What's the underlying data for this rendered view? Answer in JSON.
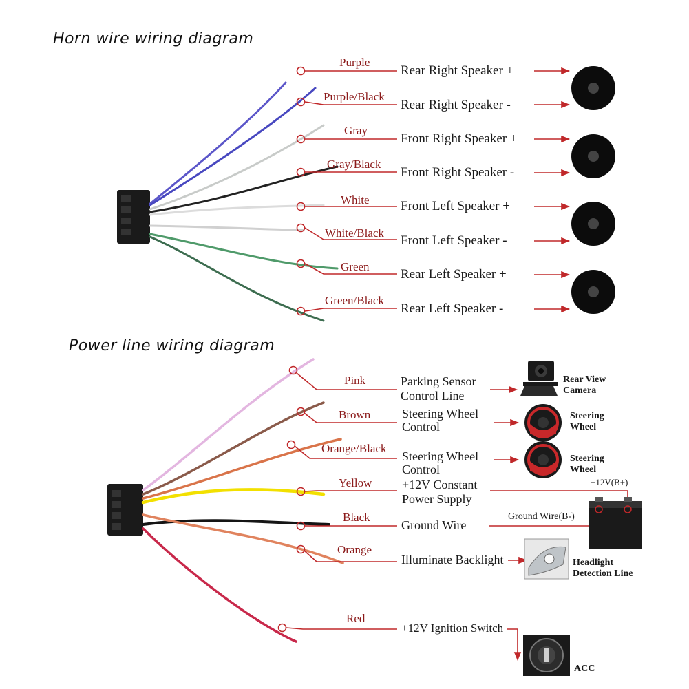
{
  "horn": {
    "title": "Horn wire wiring diagram",
    "wires": [
      {
        "color_name": "Purple",
        "function": "Rear Right Speaker +",
        "hex": "#5b56c9"
      },
      {
        "color_name": "Purple/Black",
        "function": "Rear Right Speaker -",
        "hex": "#4848c0"
      },
      {
        "color_name": "Gray",
        "function": "Front Right Speaker +",
        "hex": "#c8cbc9"
      },
      {
        "color_name": "Gray/Black",
        "function": "Front Right Speaker -",
        "hex": "#222222"
      },
      {
        "color_name": "White",
        "function": "Front Left Speaker +",
        "hex": "#e6e6e6"
      },
      {
        "color_name": "White/Black",
        "function": "Front Left Speaker -",
        "hex": "#d6d6d6"
      },
      {
        "color_name": "Green",
        "function": "Rear Left Speaker +",
        "hex": "#4f9a6a"
      },
      {
        "color_name": "Green/Black",
        "function": "Rear Left Speaker -",
        "hex": "#2f5f44"
      }
    ],
    "speakers": [
      "speaker",
      "speaker",
      "speaker",
      "speaker"
    ]
  },
  "power": {
    "title": "Power line wiring diagram",
    "wires": [
      {
        "color_name": "Pink",
        "function": "Parking Sensor\nControl Line",
        "hex": "#e3b6e0"
      },
      {
        "color_name": "Brown",
        "function": "Steering Wheel\nControl",
        "hex": "#8a5a4a"
      },
      {
        "color_name": "Orange/Black",
        "function": "Steering Wheel\nControl",
        "hex": "#d9744a"
      },
      {
        "color_name": "Yellow",
        "function": "+12V Constant\nPower Supply",
        "hex": "#f2e000"
      },
      {
        "color_name": "Black",
        "function": "Ground Wire",
        "hex": "#151515"
      },
      {
        "color_name": "Orange",
        "function": "Illuminate Backlight",
        "hex": "#e0835e"
      },
      {
        "color_name": "Red",
        "function": "+12V Ignition Switch",
        "hex": "#c8284a"
      }
    ],
    "devices": {
      "camera": "Rear View\nCamera",
      "steering1": "Steering\nWheel",
      "steering2": "Steering\nWheel",
      "battery_plus": "+12V(B+)",
      "battery_ground": "Ground Wire(B-)",
      "headlight": "Headlight\nDetection Line",
      "acc": "ACC"
    }
  },
  "colors": {
    "label_red": "#8b1a1a",
    "line_red": "#c0282a",
    "connector": "#1a1a1a"
  }
}
